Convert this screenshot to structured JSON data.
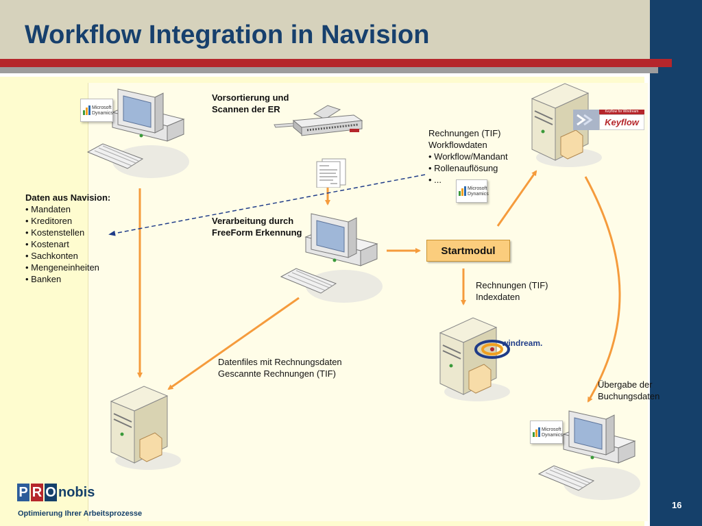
{
  "title": "Workflow Integration in Navision",
  "labels": {
    "scan": "Vorsortierung und\nScannen der ER",
    "navision_heading": "Daten aus Navision:",
    "navision_items": "• Mandaten\n• Kreditoren\n• Kostenstellen\n• Kostenart\n• Sachkonten\n• Mengeneinheiten\n• Banken",
    "freeform": "Verarbeitung durch\nFreeForm Erkennung",
    "workflow": "Rechnungen (TIF)\nWorkflowdaten\n• Workflow/Mandant\n• Rollenauflösung\n• ...",
    "index": "Rechnungen (TIF)\nIndexdaten",
    "datafiles": "Datenfiles mit Rechnungsdaten\nGescannte Rechnungen (TIF)",
    "uebergabe": "Übergabe der\nBuchungsdaten"
  },
  "startmodul": "Startmodul",
  "logos": {
    "microsoft_line1": "Microsoft",
    "microsoft_line2": "Dynamics",
    "keyflow_banner": "Keyflow for Windream",
    "keyflow": "Keyflow",
    "windream": "windream.",
    "pronobis_p": "P",
    "pronobis_r": "R",
    "pronobis_o": "O",
    "pronobis_rest": "nobis"
  },
  "footer": "Optimierung Ihrer Arbeitsprozesse",
  "slide_number": "16",
  "colors": {
    "title": "#17406d",
    "arrow": "#f59b3c",
    "dashed_arrow": "#1f3c88",
    "startmodul_fill": "#fbcd7d",
    "side_panel": "#15406a",
    "accent_red": "#b5262b"
  }
}
